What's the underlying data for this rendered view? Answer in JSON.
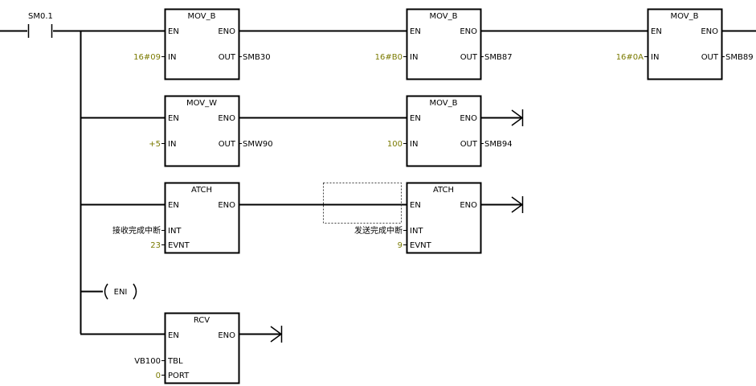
{
  "rung": {
    "contact": {
      "label": "SM0.1"
    },
    "boxes": [
      {
        "title": "MOV_B",
        "en": "EN",
        "eno": "ENO",
        "inputs": [
          {
            "pin": "IN",
            "operand": "16#09",
            "const": true
          }
        ],
        "outputs": [
          {
            "pin": "OUT",
            "operand": "SMB30"
          }
        ]
      },
      {
        "title": "MOV_B",
        "en": "EN",
        "eno": "ENO",
        "inputs": [
          {
            "pin": "IN",
            "operand": "16#B0",
            "const": true
          }
        ],
        "outputs": [
          {
            "pin": "OUT",
            "operand": "SMB87"
          }
        ]
      },
      {
        "title": "MOV_B",
        "en": "EN",
        "eno": "ENO",
        "inputs": [
          {
            "pin": "IN",
            "operand": "16#0A",
            "const": true
          }
        ],
        "outputs": [
          {
            "pin": "OUT",
            "operand": "SMB89"
          }
        ]
      },
      {
        "title": "MOV_W",
        "en": "EN",
        "eno": "ENO",
        "inputs": [
          {
            "pin": "IN",
            "operand": "+5",
            "const": true
          }
        ],
        "outputs": [
          {
            "pin": "OUT",
            "operand": "SMW90"
          }
        ]
      },
      {
        "title": "MOV_B",
        "en": "EN",
        "eno": "ENO",
        "inputs": [
          {
            "pin": "IN",
            "operand": "100",
            "const": true
          }
        ],
        "outputs": [
          {
            "pin": "OUT",
            "operand": "SMB94"
          }
        ]
      },
      {
        "title": "ATCH",
        "en": "EN",
        "eno": "ENO",
        "inputs": [
          {
            "pin": "INT",
            "operand": "接收完成中断",
            "const": false
          },
          {
            "pin": "EVNT",
            "operand": "23",
            "const": true
          }
        ],
        "outputs": []
      },
      {
        "title": "ATCH",
        "en": "EN",
        "eno": "ENO",
        "inputs": [
          {
            "pin": "INT",
            "operand": "发送完成中断",
            "const": false
          },
          {
            "pin": "EVNT",
            "operand": "9",
            "const": true
          }
        ],
        "outputs": []
      },
      {
        "title": "RCV",
        "en": "EN",
        "eno": "ENO",
        "inputs": [
          {
            "pin": "TBL",
            "operand": "VB100",
            "const": false
          },
          {
            "pin": "PORT",
            "operand": "0",
            "const": true
          }
        ],
        "outputs": []
      }
    ],
    "coil": {
      "label": "ENI"
    }
  },
  "colors": {
    "constant": "#7a7a00",
    "line": "#000000",
    "selection": "#404040"
  }
}
